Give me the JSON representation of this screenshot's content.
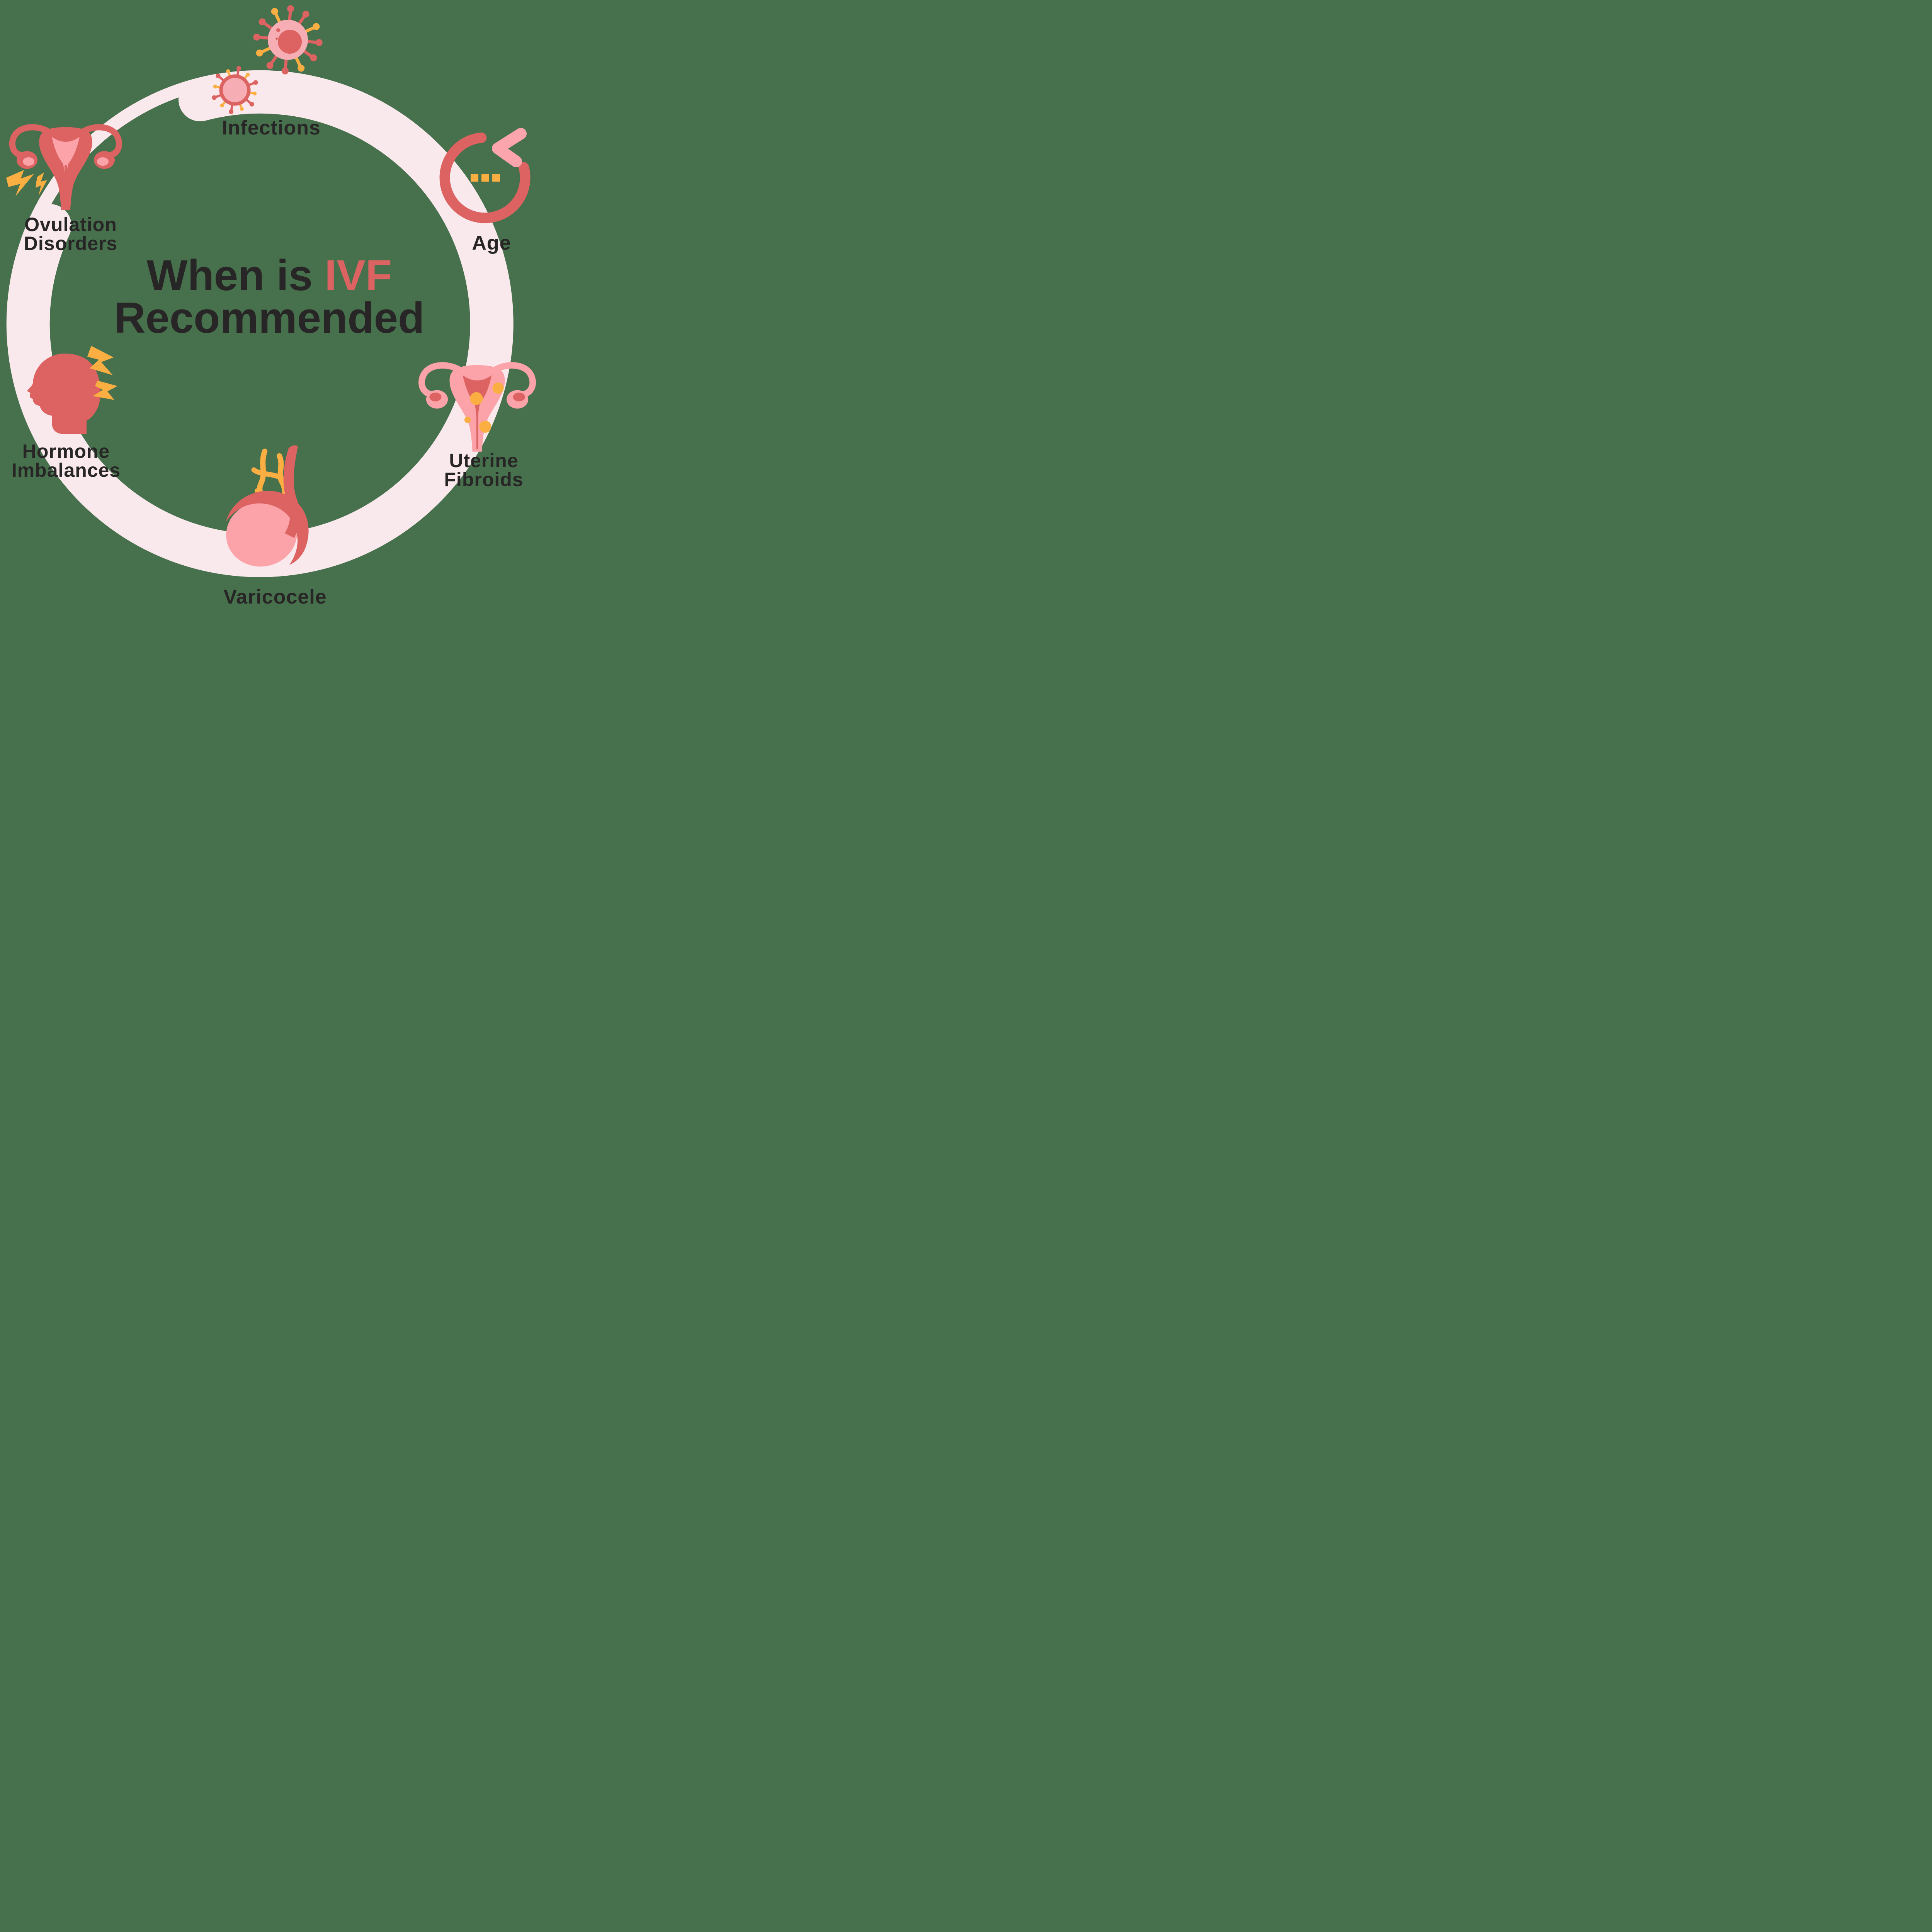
{
  "title": {
    "line1_prefix": "When is ",
    "line1_highlight": "IVF",
    "line2": "Recommended"
  },
  "colors": {
    "background": "#47704D",
    "ring": "#F9E9EC",
    "rose": "#DC6361",
    "pink": "#FBA3A8",
    "blush": "#F6AEB4",
    "arrow_pink": "#FCA5AC",
    "yellow": "#FBAF42",
    "text": "#272525",
    "title_highlight": "#DC6361"
  },
  "factors": [
    {
      "id": "infections",
      "label_lines": [
        "Infections"
      ],
      "icon": "virus-icon",
      "position": "top"
    },
    {
      "id": "age",
      "label_lines": [
        "Age"
      ],
      "icon": "aging-cycle-icon",
      "position": "top-right"
    },
    {
      "id": "uterine-fibroids",
      "label_lines": [
        "Uterine",
        "Fibroids"
      ],
      "icon": "uterus-fibroids-icon",
      "position": "bottom-right"
    },
    {
      "id": "varicocele",
      "label_lines": [
        "Varicocele"
      ],
      "icon": "varicocele-icon",
      "position": "bottom"
    },
    {
      "id": "hormone-imbalances",
      "label_lines": [
        "Hormone",
        "Imbalances"
      ],
      "icon": "head-lightning-icon",
      "position": "bottom-left"
    },
    {
      "id": "ovulation-disorders",
      "label_lines": [
        "Ovulation",
        "Disorders"
      ],
      "icon": "uterus-lightning-icon",
      "position": "top-left"
    }
  ]
}
